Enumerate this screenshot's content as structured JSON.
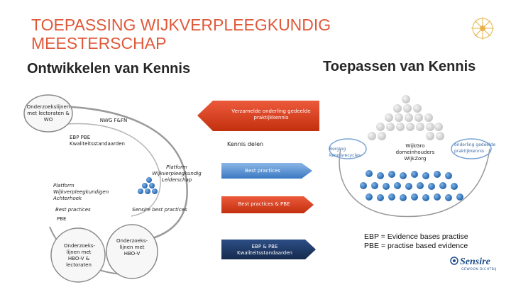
{
  "slide": {
    "title": "TOEPASSING WIJKVERPLEEGKUNDIG MEESTERSCHAP",
    "subtitle_left": "Ontwikkelen van Kennis",
    "subtitle_right": "Toepassen van Kennis"
  },
  "left": {
    "oval_top": "Onderzoekslijnen met lectoraten & WO",
    "nwg": "NWG F&FN",
    "ebp_block": "EBP PBE Kwaliteitsstandaarden",
    "platform_leadership": "Platform Wijkverpleegkundig Leiderschap",
    "platform_achterhoek": "Platform Wijkverpleegkundigen Achterhoek",
    "best_practices_left": "Best practices",
    "sensire_best_practices": "Sensire best practices",
    "pbe": "PBE",
    "oval_bottom_left": "Onderzoeks-lijnen met HBO-V & lectoraten",
    "oval_bottom_mid": "Onderzoeks-lijnen met HBO-V"
  },
  "arrows": {
    "verzamelde": "Verzamelde onderling gedeelde praktijkkennis",
    "kennis_delen": "Kennis delen",
    "best_practices": "Best practices",
    "best_practices_pbe": "Best practices & PBE",
    "ebp_pbe": "EBP & PBE Kwaliteitsstandaarden"
  },
  "right": {
    "borging": "Borging kennisrecycles",
    "onderling": "onderling gedeelde praktijkkennis",
    "wijkgrp": "WijkGro domeinhouders WijkZorg"
  },
  "footnote": {
    "ebp": "EBP = Evidence bases practise",
    "pbe": "PBE = practise based evidence"
  },
  "logo": {
    "name": "Sensire",
    "tagline": "GEWOON DICHTBIJ"
  },
  "colors": {
    "title": "#e0593a",
    "arrow_red": "#d63a1f",
    "arrow_blue": "#5b9bd5",
    "arrow_navy": "#1f3864"
  }
}
